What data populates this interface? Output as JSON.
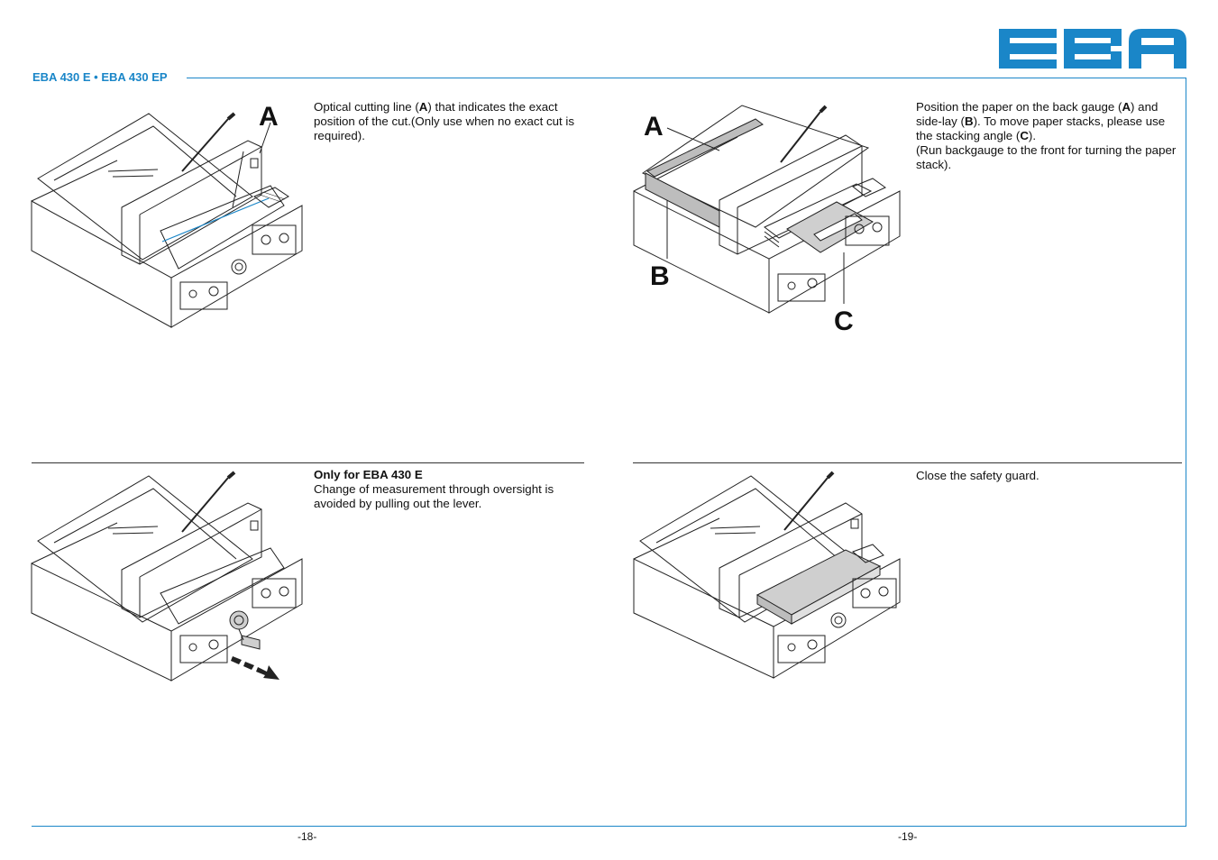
{
  "header": {
    "title": "EBA 430 E • EBA 430 EP",
    "logo_text": "EBA",
    "accent_color": "#1a86c8"
  },
  "sections": {
    "top_left": {
      "text_before": "Optical cutting line (",
      "bold": "A",
      "text_after": ") that indicates the exact position of the cut.(Only use when no exact cut is required).",
      "label": "A"
    },
    "top_right": {
      "seg1": "Position the paper on the back gauge (",
      "b1": "A",
      "seg2": ") and side-lay (",
      "b2": "B",
      "seg3": "). To move paper stacks, please use the stacking angle (",
      "b3": "C",
      "seg4": ").",
      "line2": "(Run backgauge to the front for turning the paper stack).",
      "label_a": "A",
      "label_b": "B",
      "label_c": "C"
    },
    "bottom_left": {
      "heading": "Only for EBA 430 E",
      "body": "Change of measurement through oversight is avoided by pulling out the lever."
    },
    "bottom_right": {
      "body": "Close the safety guard."
    }
  },
  "footer": {
    "page_left": "-18-",
    "page_right": "-19-"
  }
}
